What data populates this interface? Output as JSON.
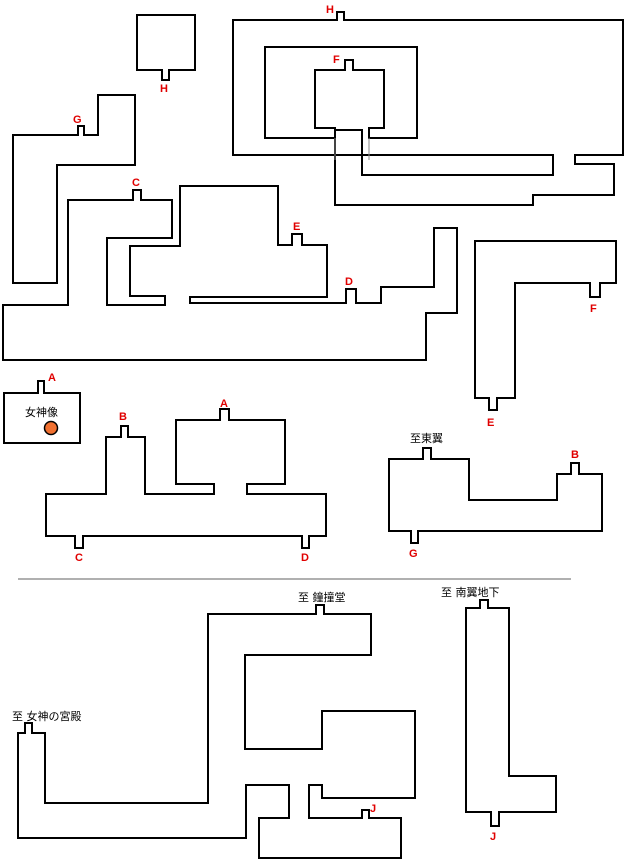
{
  "markers": {
    "a": "A",
    "b": "B",
    "c": "C",
    "d": "D",
    "e": "E",
    "f": "F",
    "g": "G",
    "h": "H",
    "j": "J"
  },
  "labels": {
    "goddess_statue": "女神像",
    "to_east_wing": "至東翼",
    "to_bell_tower": "至 鐘撞堂",
    "to_south_wing_basement": "至 南翼地下",
    "to_goddess_palace": "至 女神の宮殿"
  },
  "colors": {
    "marker": "#e00000",
    "statue_fill": "#f07030",
    "wall": "#000000",
    "divider": "#b0b0b0"
  }
}
